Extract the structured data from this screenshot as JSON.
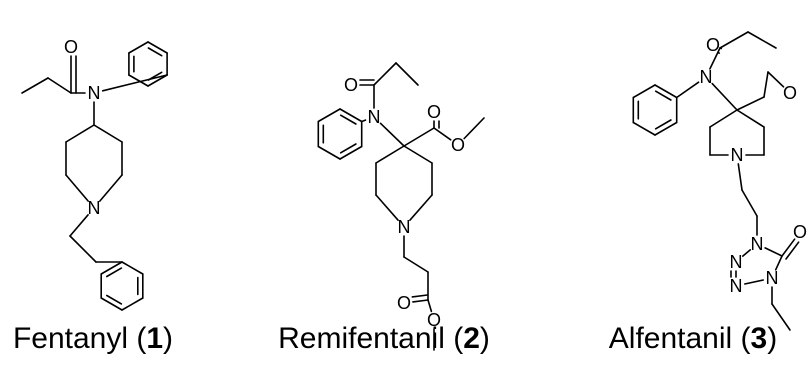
{
  "compounds": [
    {
      "name": "Fentanyl",
      "number": "1",
      "atoms": {
        "O": "O",
        "N1": "N",
        "N2": "N"
      }
    },
    {
      "name": "Remifentanil",
      "number": "2",
      "atoms": {
        "O1": "O",
        "N1": "N",
        "O2": "O",
        "O3": "O",
        "N2": "N",
        "O4": "O",
        "O5": "O"
      }
    },
    {
      "name": "Alfentanil",
      "number": "3",
      "atoms": {
        "O1": "O",
        "N1": "N",
        "O2": "O",
        "N2": "N",
        "N3": "N",
        "O3": "O",
        "N4": "N",
        "N5": "N",
        "N6": "N"
      }
    }
  ]
}
